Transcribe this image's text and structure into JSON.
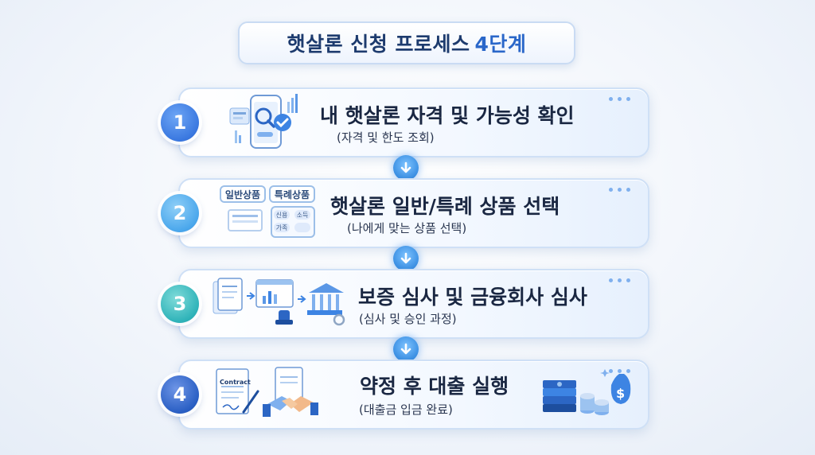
{
  "title": {
    "main": "햇살론 신청 프로세스",
    "accent": "4단계"
  },
  "steps": [
    {
      "number": "1",
      "title": "내 햇살론 자격 및 가능성 확인",
      "subtitle": "(자격 및 한도 조회)",
      "color": "#3a78e0"
    },
    {
      "number": "2",
      "title": "햇살론 일반/특례 상품 선택",
      "subtitle": "(나에게 맞는 상품 선택)",
      "color": "#4aa7ec",
      "chips": {
        "general": "일반상품",
        "special": "특례상품",
        "mini": [
          "신용",
          "소득",
          "가족"
        ]
      }
    },
    {
      "number": "3",
      "title": "보증 심사 및 금융회사 심사",
      "subtitle": "(심사 및 승인 과정)",
      "color": "#2fb3b9"
    },
    {
      "number": "4",
      "title": "약정 후 대출 실행",
      "subtitle": "(대출금 입금 완료)",
      "color": "#2a5fc4",
      "contract_label": "Contract"
    }
  ],
  "colors": {
    "accent": "#2a67c9",
    "title": "#1d3b6e",
    "arrow": "#3a8fe3"
  }
}
